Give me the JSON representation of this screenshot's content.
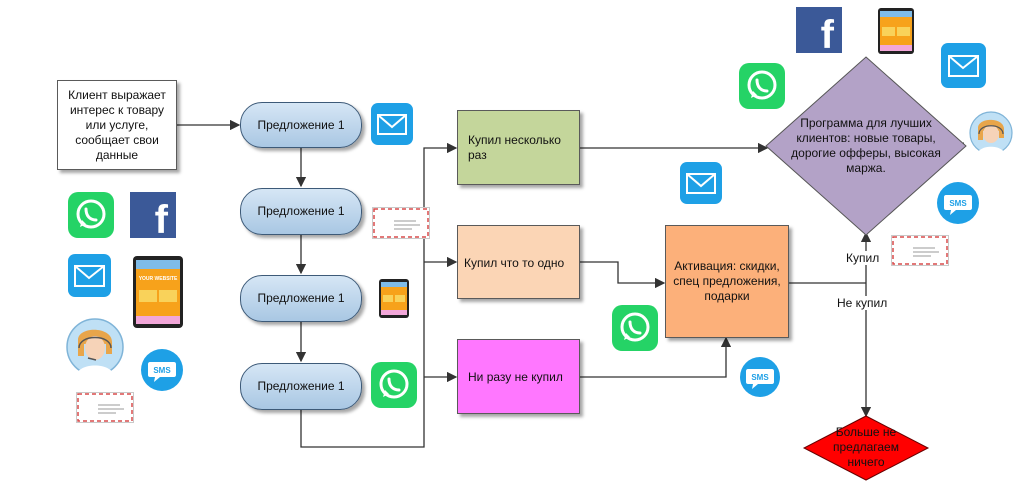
{
  "nodes": {
    "client": "Клиент выражает интерес к товару или услуге, сообщает свои данные",
    "offer1": "Предложение 1",
    "offer2": "Предложение 1",
    "offer3": "Предложение 1",
    "offer4": "Предложение 1",
    "bought_several": "Купил несколько раз",
    "bought_once": "Купил что то одно",
    "never_bought": "Ни разу не купил",
    "activation": "Активация: скидки, спец предложения, подарки",
    "program": "Программа для лучших клиентов: новые товары, дорогие офферы, высокая маржа.",
    "no_more": "Больше не предлагаем ничего"
  },
  "edge_labels": {
    "bought": "Купил",
    "not_bought": "Не купил"
  },
  "icons": {
    "sms_text": "SMS",
    "website_text": "YOUR WEBSITE",
    "facebook_glyph": "f"
  },
  "colors": {
    "green_box": "#c4d69b",
    "peach_box": "#fbd5b5",
    "pink_box": "#ff77ff",
    "orange_box": "#fcb07a",
    "diamond": "#b3a2c7",
    "red_diamond": "#ff0000",
    "mail_blue": "#1ea0e6",
    "whatsapp_green": "#25d366",
    "facebook_blue": "#3b5998"
  }
}
